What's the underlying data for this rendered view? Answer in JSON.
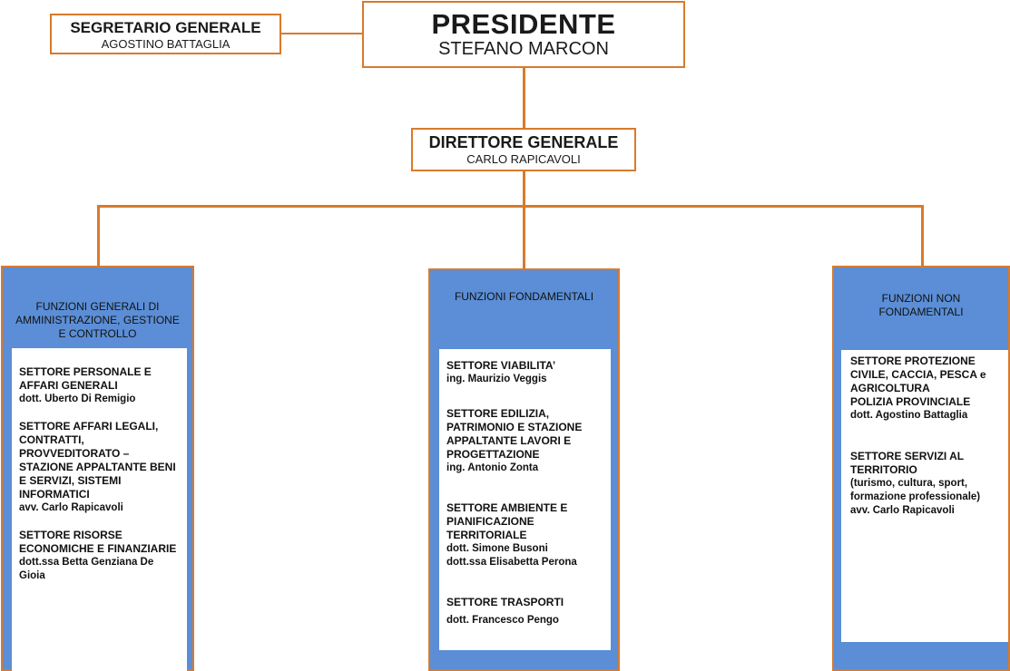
{
  "segretario": {
    "role": "SEGRETARIO GENERALE",
    "name": "AGOSTINO BATTAGLIA"
  },
  "presidente": {
    "role": "PRESIDENTE",
    "name": "STEFANO MARCON"
  },
  "direttore": {
    "role": "DIRETTORE GENERALE",
    "name": "CARLO RAPICAVOLI"
  },
  "colors": {
    "line": "#d97a2b",
    "column_fill": "#5b8ed6",
    "box_fill": "#ffffff"
  },
  "columns": [
    {
      "title": "FUNZIONI GENERALI DI AMMINISTRAZIONE, GESTIONE E CONTROLLO",
      "sectors": [
        {
          "name": "SETTORE PERSONALE E AFFARI GENERALI",
          "people": "dott. Uberto Di Remigio"
        },
        {
          "name": "SETTORE AFFARI LEGALI, CONTRATTI, PROVVEDITORATO – STAZIONE APPALTANTE BENI E SERVIZI, SISTEMI INFORMATICI",
          "people": "avv. Carlo Rapicavoli"
        },
        {
          "name": "SETTORE RISORSE ECONOMICHE E FINANZIARIE",
          "people": "dott.ssa Betta Genziana De Gioia"
        }
      ]
    },
    {
      "title": "FUNZIONI FONDAMENTALI",
      "sectors": [
        {
          "name": "SETTORE VIABILITA’",
          "people": "ing. Maurizio Veggis"
        },
        {
          "name": "SETTORE EDILIZIA, PATRIMONIO E STAZIONE APPALTANTE LAVORI E PROGETTAZIONE",
          "people": "ing. Antonio Zonta"
        },
        {
          "name": "SETTORE AMBIENTE E PIANIFICAZIONE TERRITORIALE",
          "people": "dott. Simone Busoni\ndott.ssa Elisabetta Perona"
        },
        {
          "name": "SETTORE TRASPORTI",
          "people": "dott. Francesco Pengo"
        }
      ]
    },
    {
      "title": "FUNZIONI NON FONDAMENTALI",
      "sectors": [
        {
          "name": "SETTORE PROTEZIONE CIVILE, CACCIA, PESCA e AGRICOLTURA\nPOLIZIA PROVINCIALE",
          "people": "dott. Agostino Battaglia"
        },
        {
          "name": "SETTORE SERVIZI AL TERRITORIO",
          "people": "(turismo, cultura, sport, formazione professionale)\navv. Carlo Rapicavoli"
        }
      ]
    }
  ]
}
